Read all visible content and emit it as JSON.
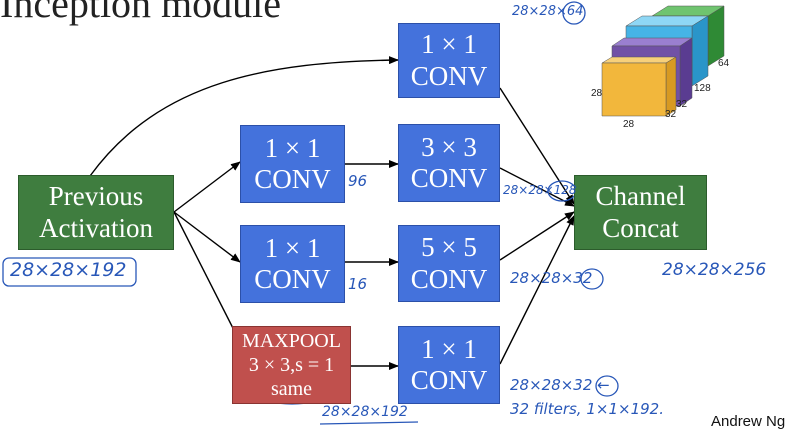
{
  "title": "Inception module",
  "input_block": {
    "line1": "Previous",
    "line2": "Activation"
  },
  "branches": [
    {
      "conv": {
        "line1": "1 × 1",
        "line2": "CONV"
      }
    },
    {
      "reduce": {
        "line1": "1 × 1",
        "line2": "CONV"
      },
      "conv": {
        "line1": "3 × 3",
        "line2": "CONV"
      }
    },
    {
      "reduce": {
        "line1": "1 × 1",
        "line2": "CONV"
      },
      "conv": {
        "line1": "5 × 5",
        "line2": "CONV"
      }
    },
    {
      "pool": {
        "line1": "MAXPOOL",
        "line2": "3 × 3,s = 1",
        "line3": "same"
      },
      "conv": {
        "line1": "1 × 1",
        "line2": "CONV"
      }
    }
  ],
  "output_block": {
    "line1": "Channel",
    "line2": "Concat"
  },
  "handwritten": {
    "input_dims": "28×28×192",
    "out1": "28×28×64",
    "reduce1_channels": "96",
    "out2": "28×28×128",
    "reduce2_channels": "16",
    "out3": "28×28×32",
    "pool_dims": "28×28×192",
    "out4": "28×28×32 ←",
    "note4": "32 filters, 1×1×192.",
    "concat_dims": "28×28×256"
  },
  "volume_labels": {
    "width": "28",
    "height": "28",
    "depth_a": "32",
    "depth_b": "32",
    "depth_c": "128",
    "depth_d": "64"
  },
  "volume_colors": {
    "yellow": "#f2b73c",
    "purple": "#7151a6",
    "cyan": "#46b4e6",
    "green": "#3da042"
  },
  "credit": "Andrew Ng",
  "colors": {
    "conv": "#4472dc",
    "activation": "#3f7d3f",
    "pool": "#c0504d",
    "handwriting": "#2857b8"
  }
}
